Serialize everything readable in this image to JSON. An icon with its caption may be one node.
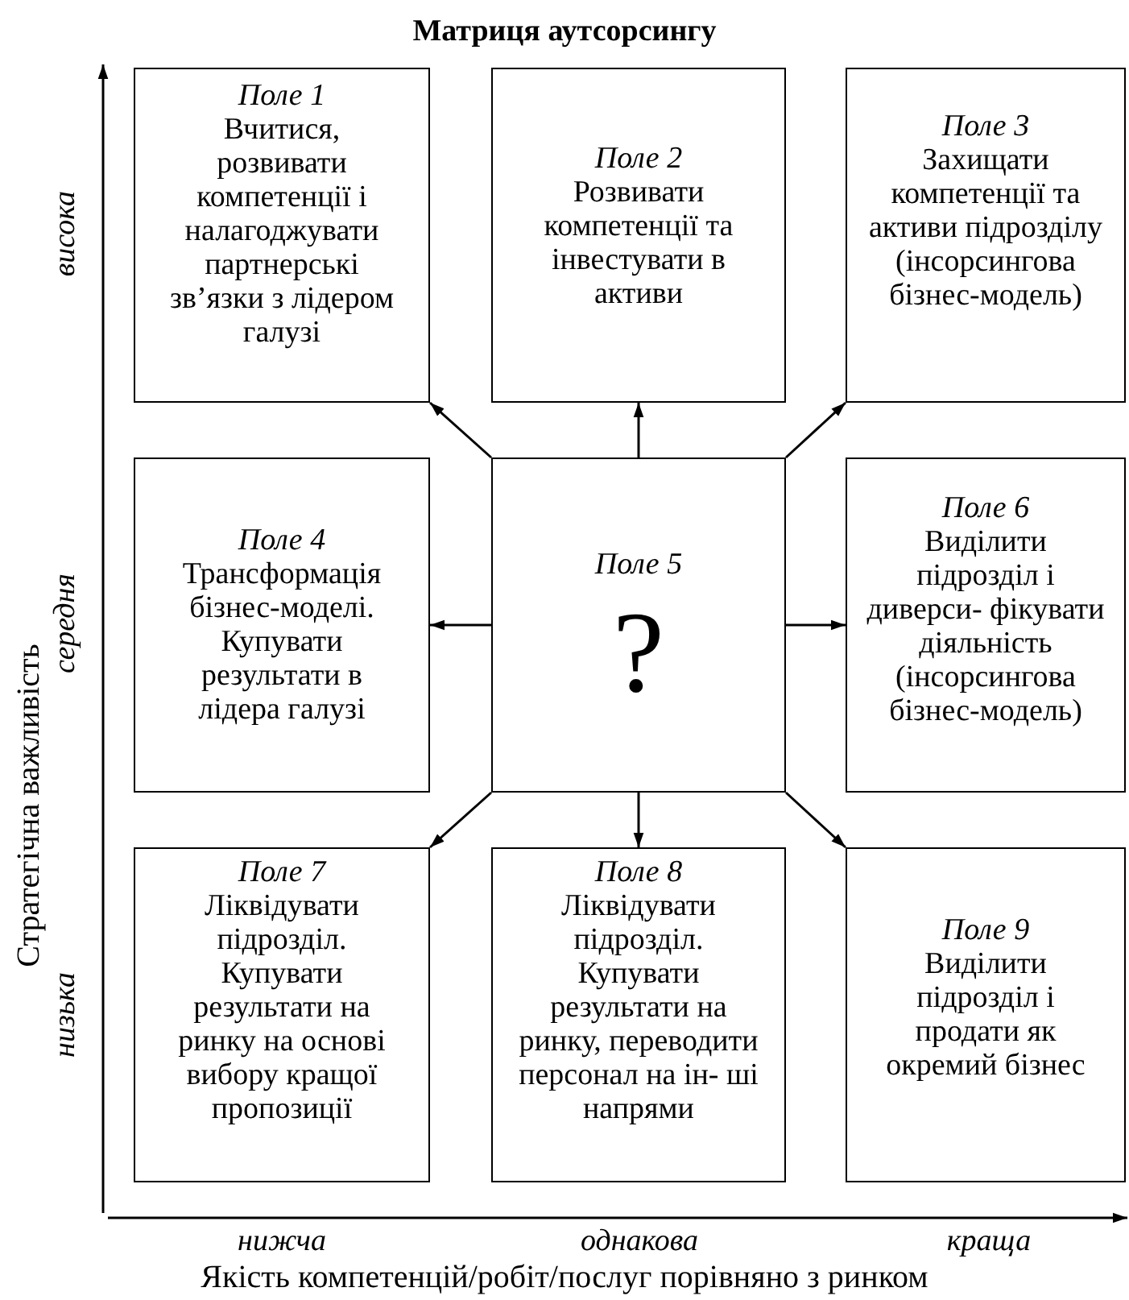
{
  "diagram": {
    "title": "Матриця аутсорсингу",
    "nodes": [
      {
        "text": [
          "Поле 1",
          "Вчитися, розвивати компетенції і налагоджувати партнерські зв’язки з лідером галузі"
        ]
      },
      {
        "text": [
          "Поле 2",
          "Розвивати компетенції та інвестувати в активи"
        ]
      },
      {
        "text": [
          "Поле 3",
          "Захищати компетенції та активи підрозділу (інсорсингова бізнес-модель)"
        ]
      },
      {
        "text": [
          "Поле 4",
          "Трансформація бізнес-моделі. Купувати результати в лідера галузі"
        ]
      },
      {
        "text": [
          "Поле 5",
          "?"
        ]
      },
      {
        "text": [
          "Поле 6",
          "Виділити підрозділ і диверси- фікувати діяльність (інсорсингова бізнес-модель)"
        ]
      },
      {
        "text": [
          "Поле 7",
          "Ліквідувати підрозділ. Купувати результати на ринку на основі вибору кращої пропозиції"
        ]
      },
      {
        "text": [
          "Поле 8",
          "Ліквідувати підрозділ. Купувати результати на ринку, переводити персонал на ін- ші напрями"
        ]
      },
      {
        "text": [
          "Поле 9",
          "Виділити підрозділ і продати як окремий бізнес"
        ]
      }
    ],
    "edges": [
      {
        "from": 4,
        "to": 0,
        "arrow": "to"
      },
      {
        "from": 4,
        "to": 1,
        "arrow": "to"
      },
      {
        "from": 4,
        "to": 2,
        "arrow": "to"
      },
      {
        "from": 4,
        "to": 3,
        "arrow": "to"
      },
      {
        "from": 4,
        "to": 5,
        "arrow": "to"
      },
      {
        "from": 4,
        "to": 6,
        "arrow": "to"
      },
      {
        "from": 4,
        "to": 7,
        "arrow": "to"
      },
      {
        "from": 4,
        "to": 8,
        "arrow": "to"
      }
    ],
    "labels": [
      "Стратегічна важливість",
      "висока",
      "середня",
      "низька",
      "нижча",
      "однакова",
      "краща",
      "Якість компетенцій/робіт/послуг порівняно з ринком"
    ]
  }
}
